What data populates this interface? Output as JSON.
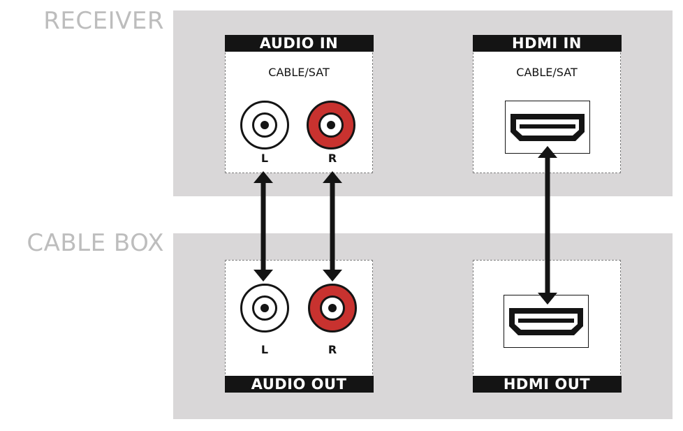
{
  "devices": {
    "receiver": {
      "label": "RECEIVER",
      "audio_panel": {
        "header": "AUDIO IN",
        "source": "CABLE/SAT",
        "left_label": "L",
        "right_label": "R"
      },
      "hdmi_panel": {
        "header": "HDMI IN",
        "source": "CABLE/SAT"
      }
    },
    "cable_box": {
      "label": "CABLE BOX",
      "audio_panel": {
        "header": "AUDIO OUT",
        "left_label": "L",
        "right_label": "R"
      },
      "hdmi_panel": {
        "header": "HDMI OUT"
      }
    }
  },
  "colors": {
    "band": "#d9d7d8",
    "device_label": "#bdbdbd",
    "header": "#141414",
    "red_jack": "#c8322f",
    "white_jack": "#ffffff"
  },
  "icons": [
    "rca-jack-icon",
    "hdmi-port-icon",
    "double-arrow-icon"
  ]
}
